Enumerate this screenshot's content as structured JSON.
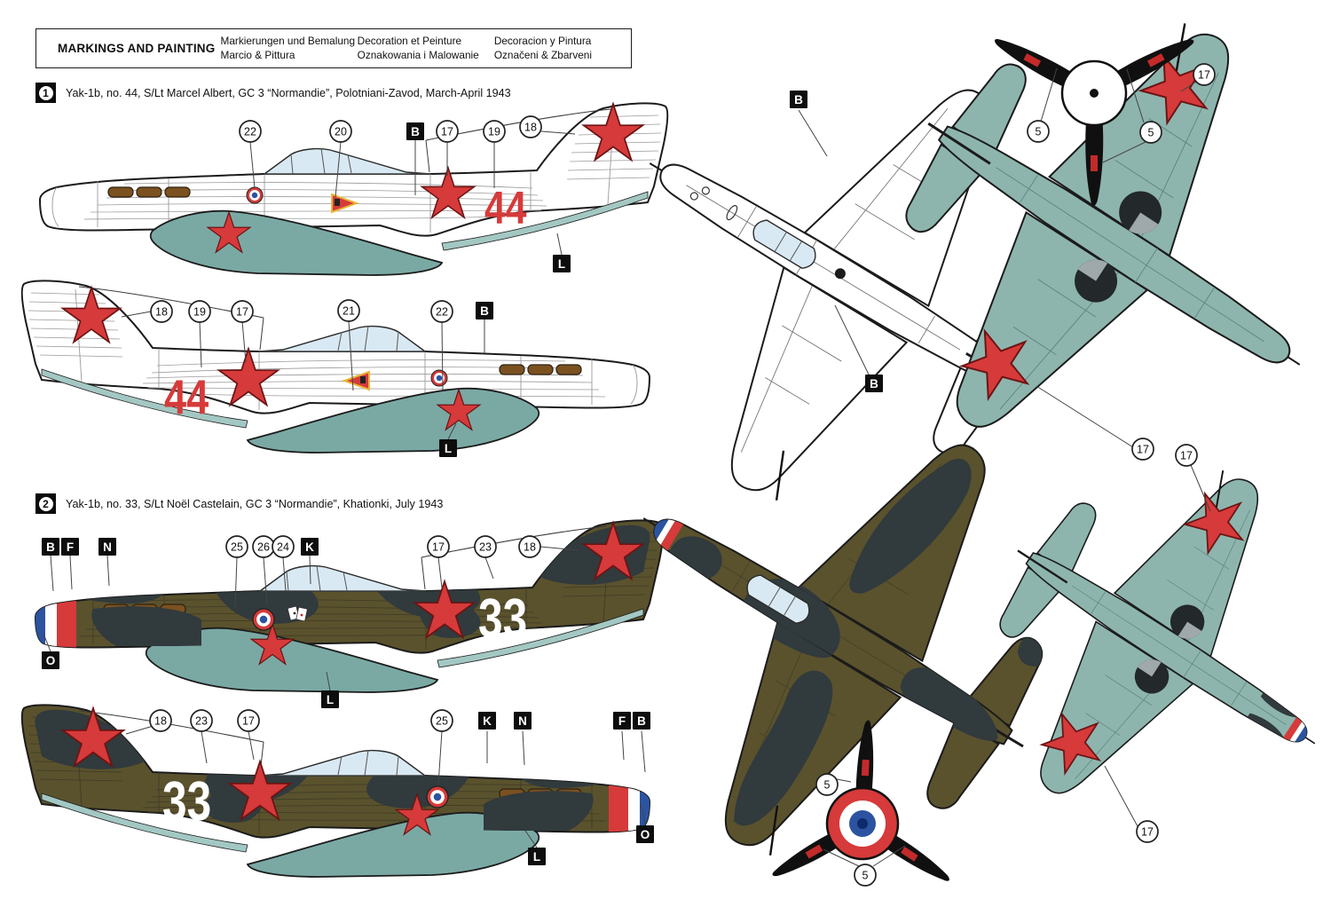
{
  "header": {
    "title": "MARKINGS AND PAINTING",
    "columns": [
      {
        "line1": "Markierungen und Bemalung",
        "line2": "Marcio & Pittura"
      },
      {
        "line1": "Decoration et Peinture",
        "line2": "Oznakowania i Malowanie"
      },
      {
        "line1": "Decoracion y Pintura",
        "line2": "Označeni & Zbarveni"
      }
    ]
  },
  "schemes": [
    {
      "index": "1",
      "caption": "Yak-1b, no. 44, S/Lt Marcel Albert, GC 3 “Normandie”, Polotniani-Zavod, March-April 1943",
      "tactical_number": "44"
    },
    {
      "index": "2",
      "caption": "Yak-1b, no. 33, S/Lt Noël Castelain, GC 3 “Normandie”, Khationki, July 1943",
      "tactical_number": "33"
    }
  ],
  "labels": {
    "b": "B",
    "f": "F",
    "k": "K",
    "l": "L",
    "n": "N",
    "o": "O",
    "n5": "5",
    "n17": "17",
    "n18": "18",
    "n19": "19",
    "n20": "20",
    "n21": "21",
    "n22": "22",
    "n23": "23",
    "n24": "24",
    "n25": "25",
    "n26": "26"
  },
  "colors": {
    "red_star": "#d63a3a",
    "underside_teal": "#7aa9a4",
    "underside_teal_plan": "#8db5ae",
    "olive_green": "#5a522d",
    "dark_green_camo": "#313a3d",
    "canopy_glass": "#d9e9f3",
    "french_blue": "#2b53a0",
    "exhaust_brown": "#7b5120",
    "outline": "#1b1b1b"
  }
}
